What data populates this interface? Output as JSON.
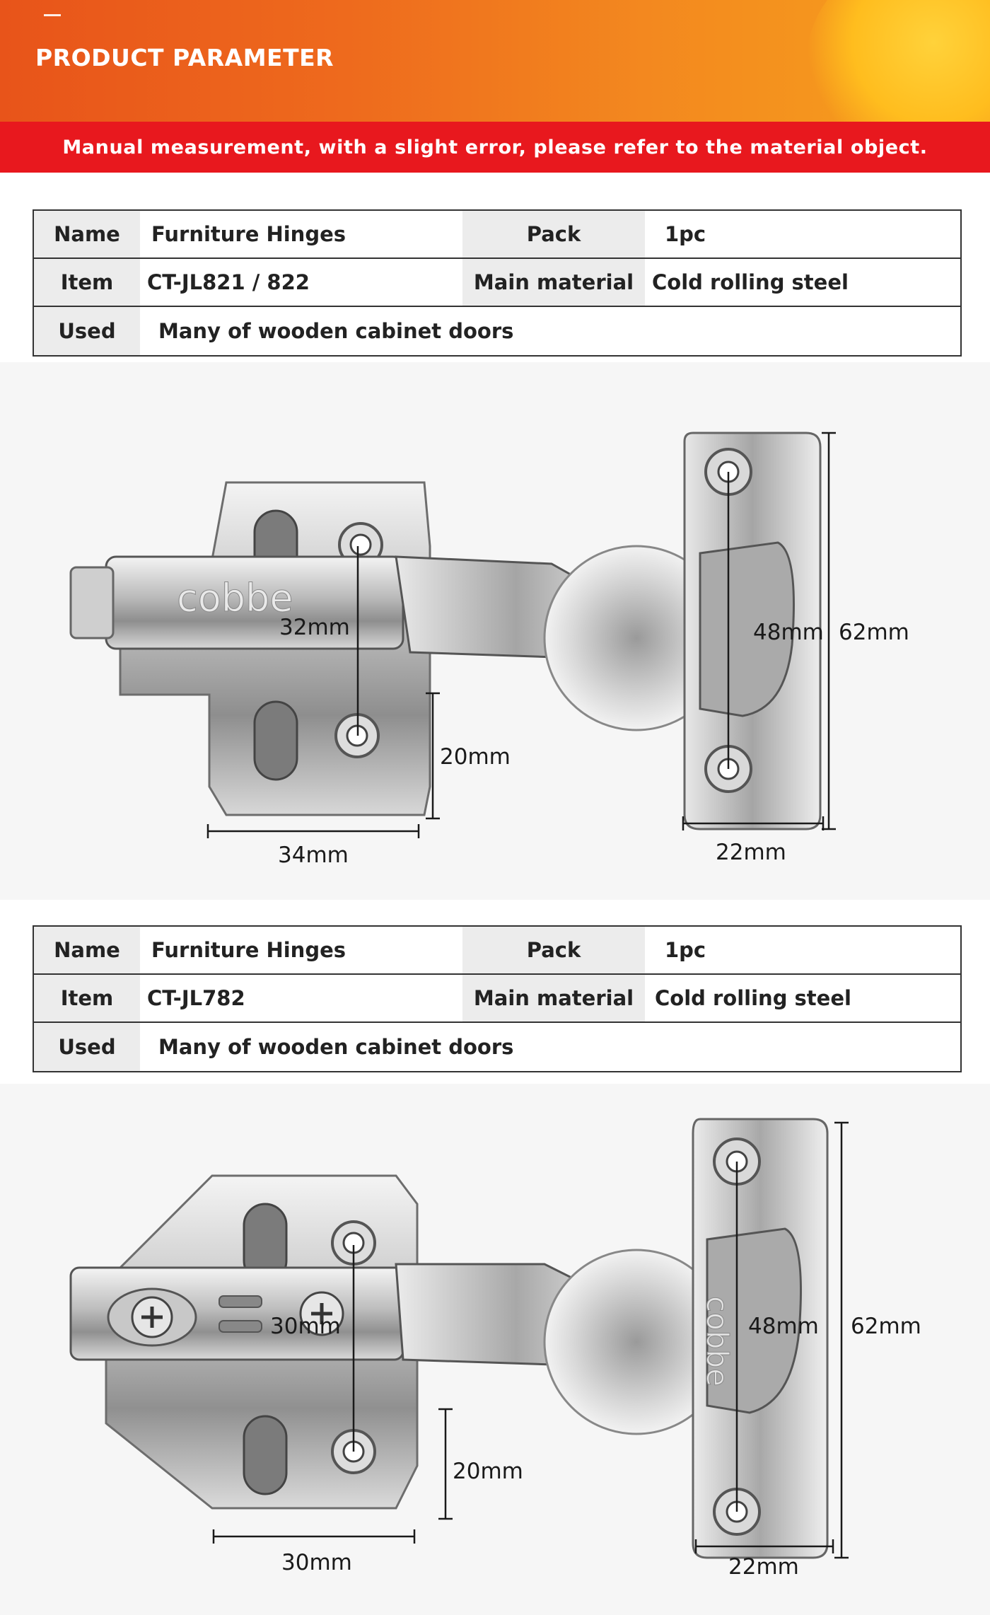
{
  "header": {
    "title": "PRODUCT PARAMETER",
    "notice": "Manual measurement, with a slight error, please refer to the material object."
  },
  "tables": [
    {
      "name_label": "Name",
      "name_value": "Furniture Hinges",
      "pack_label": "Pack",
      "pack_value": "1pc",
      "item_label": "Item",
      "item_value": "CT-JL821 / 822",
      "material_label": "Main material",
      "material_value": "Cold rolling steel",
      "used_label": "Used",
      "used_value": "Many of wooden cabinet doors"
    },
    {
      "name_label": "Name",
      "name_value": "Furniture Hinges",
      "pack_label": "Pack",
      "pack_value": "1pc",
      "item_label": "Item",
      "item_value": "CT-JL782",
      "material_label": "Main material",
      "material_value": "Cold rolling steel",
      "used_label": "Used",
      "used_value": "Many of wooden cabinet doors"
    }
  ],
  "hinge1": {
    "brand": "cobbe",
    "dim_hole_spacing": "32mm",
    "dim_plate_hole_spacing": "48mm",
    "dim_plate_height": "62mm",
    "dim_arm_height": "20mm",
    "dim_arm_width": "34mm",
    "dim_plate_width": "22mm"
  },
  "hinge2": {
    "brand": "cobbe",
    "dim_hole_spacing": "30mm",
    "dim_plate_hole_spacing": "48mm",
    "dim_plate_height": "62mm",
    "dim_arm_height": "20mm",
    "dim_arm_width": "30mm",
    "dim_plate_width": "22mm"
  }
}
